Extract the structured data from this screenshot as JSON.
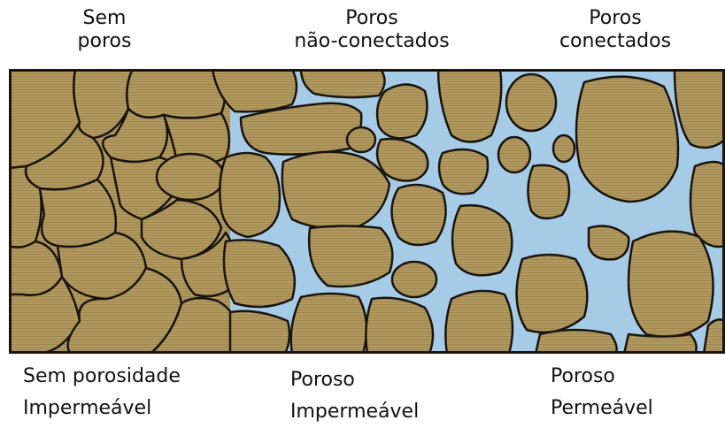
{
  "top_labels": [
    {
      "line1": "Sem",
      "line2": "poros"
    },
    {
      "line1": "Poros",
      "line2": "não-conectados"
    },
    {
      "line1": "Poros",
      "line2": "conectados"
    }
  ],
  "bottom_labels": [
    {
      "line1": "Sem porosidade",
      "line2": "Impermeável"
    },
    {
      "line1": "Poroso",
      "line2": "Impermeável"
    },
    {
      "line1": "Poroso",
      "line2": "Permeável"
    }
  ],
  "colors": {
    "grain": "#b29a5e",
    "grain_stripe": "#9c8550",
    "pore_water": "#a6cbe6",
    "outline": "#1a1410"
  }
}
